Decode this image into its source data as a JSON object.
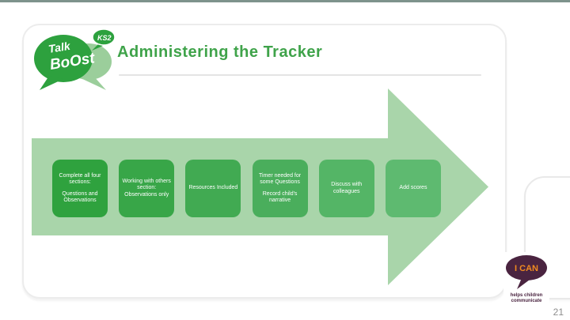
{
  "slide": {
    "title": "Administering the Tracker",
    "page_number": "21"
  },
  "logo": {
    "talk": "Talk",
    "boost": "BoOst",
    "badge": "KS2"
  },
  "process": {
    "arrow_color": "#a9d5aa",
    "steps": [
      {
        "color": "#2fa23e",
        "lines": [
          "Complete all four sections:",
          "Questions and Observations"
        ]
      },
      {
        "color": "#38a648",
        "lines": [
          "Working with others section: Observations only"
        ]
      },
      {
        "color": "#41aa52",
        "lines": [
          "Resources Included"
        ]
      },
      {
        "color": "#4aae5c",
        "lines": [
          "Timer needed for some Questions",
          "Record child's narrative"
        ]
      },
      {
        "color": "#54b566",
        "lines": [
          "Discuss with colleagues"
        ]
      },
      {
        "color": "#5eba70",
        "lines": [
          "Add scores"
        ]
      }
    ]
  },
  "ican": {
    "name": "I CAN",
    "tagline_line1": "helps children",
    "tagline_line2": "communicate",
    "bubble_color": "#4a2440",
    "text_color": "#f08a20"
  },
  "theme": {
    "topbar_color": "#7e938c",
    "title_color": "#3fa34a",
    "logo_green": "#2da13e",
    "logo_light_green": "#9bce9b"
  }
}
